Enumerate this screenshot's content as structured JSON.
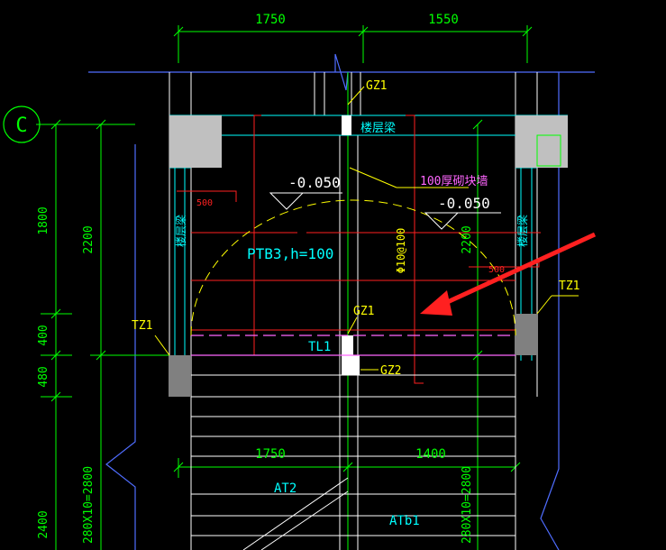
{
  "colors": {
    "background": "#000000",
    "dimension": "#00ff00",
    "wall": "#ffffff",
    "beam": "#00ffff",
    "rebar": "#ff0000",
    "label": "#ffff00",
    "elevation": "#ffffff",
    "magenta": "#ff66ff",
    "column": "#c0c0c0",
    "arrow": "#ff2020",
    "break_line": "#4f6dff"
  },
  "grid_axis": {
    "label": "C"
  },
  "dimensions": {
    "top_left": "1750",
    "top_right": "1550",
    "lower_left": "1750",
    "lower_right": "1400",
    "left_outer_1": "1800",
    "left_outer_2": "400",
    "left_outer_3": "480",
    "left_outer_4": "2400",
    "left_inner_1": "2200",
    "left_inner_2": "280X10=2800",
    "right_inner_1": "2200",
    "right_inner_2": "280X10=2800",
    "small_left": "500",
    "small_right": "500"
  },
  "labels": {
    "gz1_top": "GZ1",
    "floor_beam_top": "楼层梁",
    "floor_beam_left": "楼层梁",
    "floor_beam_right": "楼层梁",
    "elev_left": "-0.050",
    "elev_right": "-0.050",
    "wall_note": "100厚砌块墙",
    "slab": "PTB3,h=100",
    "rebar": "Φ10@100",
    "tz1_left": "TZ1",
    "tz1_right": "TZ1",
    "gz1_mid": "GZ1",
    "tl1": "TL1",
    "gz2": "GZ2",
    "at2": "AT2",
    "atb1": "ATb1"
  }
}
